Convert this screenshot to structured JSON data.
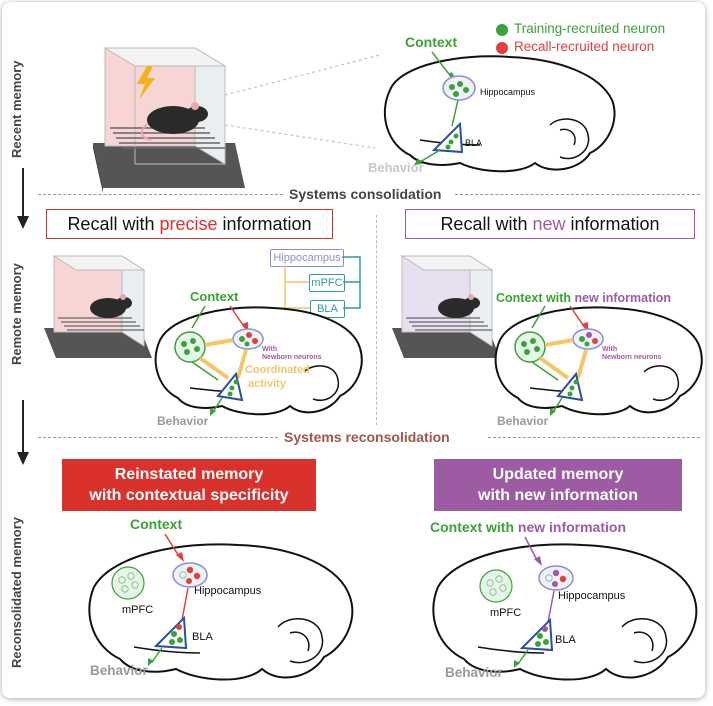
{
  "legend": {
    "training": "Training-recruited neuron",
    "recall": "Recall-recruited neuron",
    "training_color": "#3aa335",
    "recall_color": "#e2403a"
  },
  "side_labels": {
    "recent": "Recent memory",
    "remote": "Remote memory",
    "reconsolidated": "Reconsolidated memory"
  },
  "recent": {
    "context": "Context",
    "hippocampus": "Hippocampus",
    "bla": "BLA",
    "behavior": "Behavior",
    "shock_icon": "lightning-bolt-icon"
  },
  "systems_consolidation": "Systems consolidation",
  "systems_reconsolidation": "Systems reconsolidation",
  "remote_left": {
    "title_pre": "Recall with ",
    "title_highlight": "precise",
    "title_post": " information",
    "context": "Context",
    "newborn_with": "With",
    "newborn": "Newborn neurons",
    "coordinated_1": "Coordinated",
    "coordinated_2": "activity",
    "behavior": "Behavior",
    "tags": [
      "Hippocampus",
      "mPFC",
      "BLA"
    ]
  },
  "remote_right": {
    "title_pre": "Recall with ",
    "title_highlight": "new",
    "title_post": " information",
    "context_pre": "Context with ",
    "context_highlight": "new information",
    "newborn_with": "With",
    "newborn": "Newborn neurons",
    "behavior": "Behavior"
  },
  "recon_left": {
    "banner_1": "Reinstated memory",
    "banner_2": "with contextual specificity",
    "banner_color": "#d9312b",
    "context": "Context",
    "mpfc": "mPFC",
    "hippocampus": "Hippocampus",
    "bla": "BLA",
    "behavior": "Behavior"
  },
  "recon_right": {
    "banner_1": "Updated memory",
    "banner_2": "with new information",
    "banner_color": "#9d5ba3",
    "context_pre": "Context with ",
    "context_highlight": "new information",
    "mpfc": "mPFC",
    "hippocampus": "Hippocampus",
    "bla": "BLA",
    "behavior": "Behavior"
  },
  "colors": {
    "green": "#3aa335",
    "red": "#e2403a",
    "purple": "#9d5ba3",
    "gray": "#b5b5b5",
    "yellow": "#f2c766",
    "teal": "#2a9d9f"
  }
}
